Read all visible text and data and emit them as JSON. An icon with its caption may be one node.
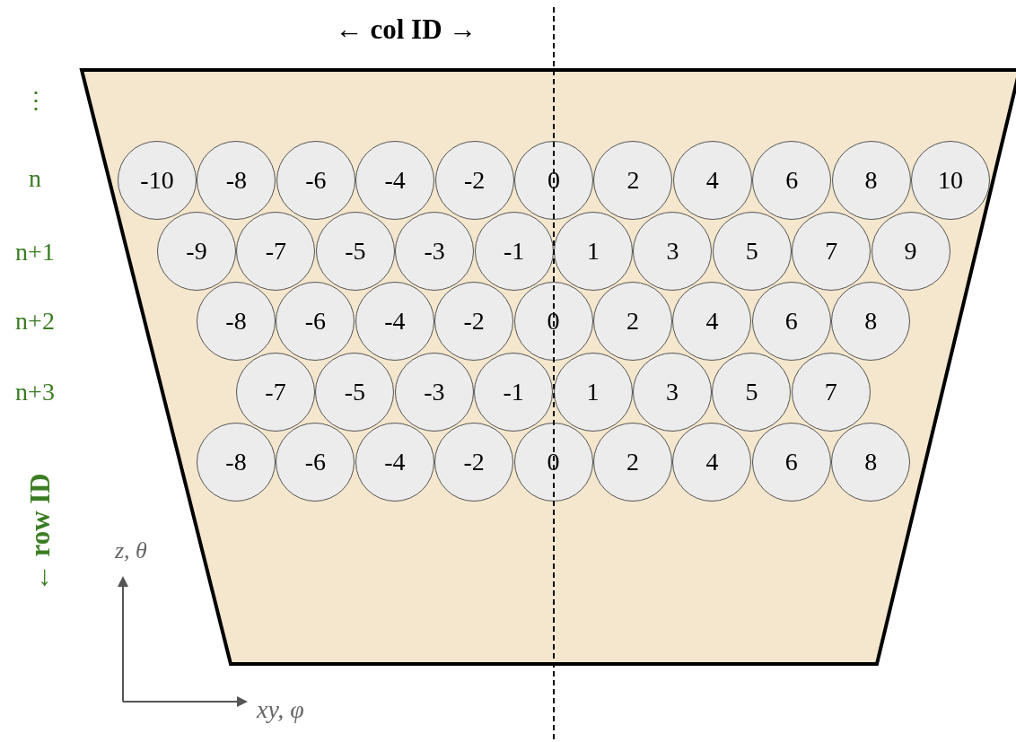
{
  "diagram": {
    "nodes": [
      {
        "text": [],
        "shape": "trapezoid"
      },
      {
        "text": [
          "-10"
        ],
        "in": 0
      },
      {
        "text": [
          "-8"
        ],
        "in": 0
      },
      {
        "text": [
          "-6"
        ],
        "in": 0
      },
      {
        "text": [
          "-4"
        ],
        "in": 0
      },
      {
        "text": [
          "-2"
        ],
        "in": 0
      },
      {
        "text": [
          "0"
        ],
        "in": 0
      },
      {
        "text": [
          "2"
        ],
        "in": 0
      },
      {
        "text": [
          "4"
        ],
        "in": 0
      },
      {
        "text": [
          "6"
        ],
        "in": 0
      },
      {
        "text": [
          "8"
        ],
        "in": 0
      },
      {
        "text": [
          "10"
        ],
        "in": 0
      },
      {
        "text": [
          "-9"
        ],
        "in": 0
      },
      {
        "text": [
          "-7"
        ],
        "in": 0
      },
      {
        "text": [
          "-5"
        ],
        "in": 0
      },
      {
        "text": [
          "-3"
        ],
        "in": 0
      },
      {
        "text": [
          "-1"
        ],
        "in": 0
      },
      {
        "text": [
          "1"
        ],
        "in": 0
      },
      {
        "text": [
          "3"
        ],
        "in": 0
      },
      {
        "text": [
          "5"
        ],
        "in": 0
      },
      {
        "text": [
          "7"
        ],
        "in": 0
      },
      {
        "text": [
          "9"
        ],
        "in": 0
      },
      {
        "text": [
          "-8"
        ],
        "in": 0
      },
      {
        "text": [
          "-6"
        ],
        "in": 0
      },
      {
        "text": [
          "-4"
        ],
        "in": 0
      },
      {
        "text": [
          "-2"
        ],
        "in": 0
      },
      {
        "text": [
          "0"
        ],
        "in": 0
      },
      {
        "text": [
          "2"
        ],
        "in": 0
      },
      {
        "text": [
          "4"
        ],
        "in": 0
      },
      {
        "text": [
          "6"
        ],
        "in": 0
      },
      {
        "text": [
          "8"
        ],
        "in": 0
      },
      {
        "text": [
          "-7"
        ],
        "in": 0
      },
      {
        "text": [
          "-5"
        ],
        "in": 0
      },
      {
        "text": [
          "-3"
        ],
        "in": 0
      },
      {
        "text": [
          "-1"
        ],
        "in": 0
      },
      {
        "text": [
          "1"
        ],
        "in": 0
      },
      {
        "text": [
          "3"
        ],
        "in": 0
      },
      {
        "text": [
          "5"
        ],
        "in": 0
      },
      {
        "text": [
          "7"
        ],
        "in": 0
      },
      {
        "text": [
          "-8"
        ],
        "in": 0
      },
      {
        "text": [
          "-6"
        ],
        "in": 0
      },
      {
        "text": [
          "-4"
        ],
        "in": 0
      },
      {
        "text": [
          "-2"
        ],
        "in": 0
      },
      {
        "text": [
          "0"
        ],
        "in": 0
      },
      {
        "text": [
          "2"
        ],
        "in": 0
      },
      {
        "text": [
          "4"
        ],
        "in": 0
      },
      {
        "text": [
          "6"
        ],
        "in": 0
      },
      {
        "text": [
          "8"
        ],
        "in": 0
      }
    ],
    "edges": [],
    "labels": [
      "← col ID →",
      "⋮",
      "n",
      "n+1",
      "n+2",
      "n+3",
      "← row ID",
      "z, θ",
      "xy, φ"
    ]
  }
}
